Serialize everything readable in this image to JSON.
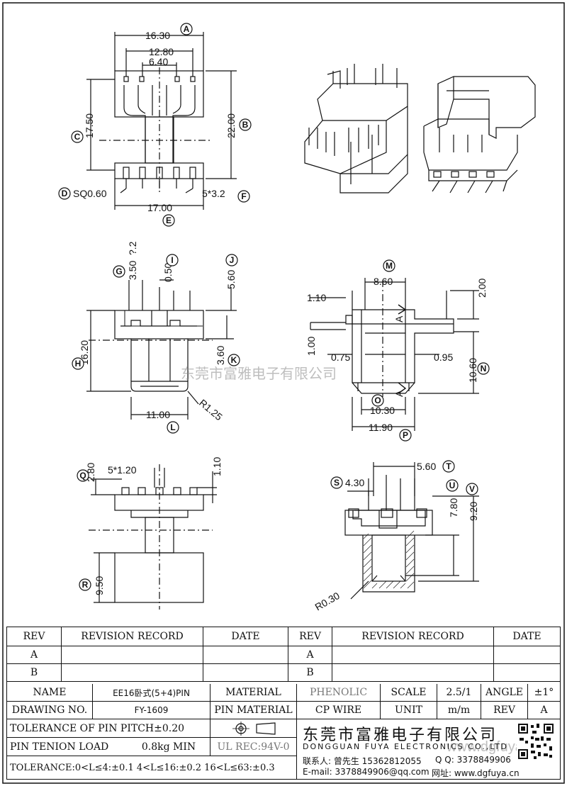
{
  "drawing": {
    "view1": {
      "dim_16_30": "16.30",
      "dim_12_80": "12.80",
      "dim_6_40": "6.40",
      "dim_17_50": "17.50",
      "dim_22_00": "22.00",
      "dim_sq": "SQ0.60",
      "dim_5x3_2": "5*3.2",
      "dim_17_00": "17.00"
    },
    "view2": {
      "dim_3_50": "3.50",
      "dim_2_2": "?.2",
      "dim_0_50": "0.50",
      "dim_5_60": "5.60",
      "dim_16_20": "16.20",
      "dim_3_60": "3.60",
      "dim_r1_25": "R1.25",
      "dim_11_00": "11.00"
    },
    "view3": {
      "dim_1_10": "1.10",
      "dim_8_60": "8.60",
      "dim_2_00": "2.00",
      "dim_1_00": "1.00",
      "dim_0_75": "0.75",
      "dim_0_95": "0.95",
      "dim_10_60": "10.60",
      "dim_10_30": "10.30",
      "dim_11_90": "11.90",
      "label_a": "A"
    },
    "view4": {
      "dim_2_80": "2.80",
      "dim_5x1_20": "5*1.20",
      "dim_1_10": "1.10",
      "dim_9_50": "9.50"
    },
    "view5": {
      "dim_5_60": "5.60",
      "dim_4_30": "4.30",
      "dim_7_80": "7.80",
      "dim_9_20": "9.20",
      "dim_r0_30": "R0.30"
    },
    "callouts": [
      "A",
      "B",
      "C",
      "D",
      "E",
      "F",
      "G",
      "I",
      "J",
      "H",
      "K",
      "L",
      "M",
      "N",
      "O",
      "P",
      "Q",
      "R",
      "S",
      "T",
      "U",
      "V"
    ],
    "watermark_1": "东莞市富雅电子有限公司",
    "watermark_2": "www.dgfuya.cn"
  },
  "title_block": {
    "rev_header": "REV",
    "revision_record_header": "REVISION RECORD",
    "date_header": "DATE",
    "rev_a": "A",
    "rev_b": "B",
    "name_label": "NAME",
    "name_value": "EE16卧式(5+4)PIN",
    "material_label": "MATERIAL",
    "material_value": "PHENOLIC",
    "scale_label": "SCALE",
    "scale_value": "2.5/1",
    "angle_label": "ANGLE",
    "angle_value": "±1°",
    "drawing_no_label": "DRAWING NO.",
    "drawing_no_value": "FY-1609",
    "pin_material_label": "PIN MATERIAL",
    "pin_material_value": "CP WIRE",
    "unit_label": "UNIT",
    "unit_value": "m/m",
    "rev_label": "REV",
    "rev_value": "A",
    "tol_pitch": "TOLERANCE OF PIN PITCH±0.20",
    "pin_tension_label": "PIN TENION LOAD",
    "pin_tension_value": "0.8kg MIN",
    "ul_rec": "UL REC:94V-0",
    "tolerance_line": "TOLERANCE:0<L≤4:±0.1  4<L≤16:±0.2  16<L≤63:±0.3",
    "company_cn": "东莞市富雅电子有限公司",
    "company_en": "DONGGUAN FUYA ELECTRONICS CO.,LTD",
    "contact": "联系人: 曾先生 15362812055",
    "qq": "Q Q: 3378849906",
    "email": "E-mail: 3378849906@qq.com",
    "website": "网址: www.dgfuya.cn"
  }
}
